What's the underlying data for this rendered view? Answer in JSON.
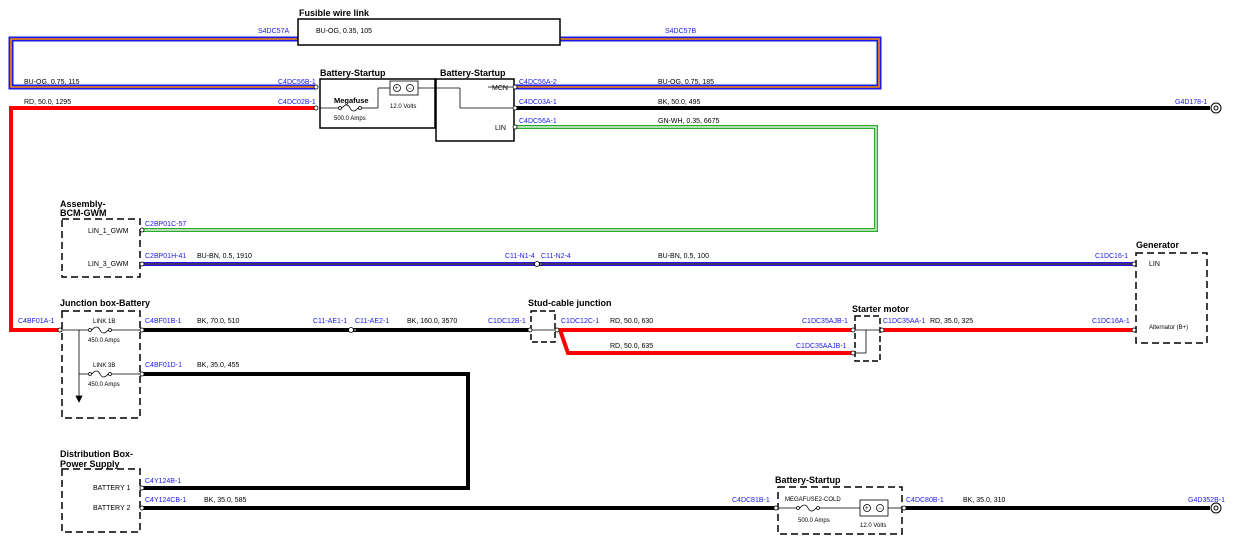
{
  "titles": {
    "fusible": "Fusible wire link",
    "batt_startup_1": "Battery-Startup",
    "batt_startup_2": "Battery-Startup",
    "assembly_1": "Assembly-",
    "assembly_2": "BCM-GWM",
    "generator": "Generator",
    "junction_box": "Junction box-Battery",
    "stud_cable": "Stud-cable junction",
    "starter": "Starter motor",
    "dist_1": "Distribution Box-",
    "dist_2": "Power Supply",
    "batt_startup_3": "Battery-Startup"
  },
  "pins": {
    "mcn": "MCN",
    "lin": "LIN",
    "lin1_gwm": "LIN_1_GWM",
    "lin3_gwm": "LIN_3_GWM",
    "gen_lin": "LIN",
    "alternator": "Alternator (B+)",
    "battery1": "BATTERY 1",
    "battery2": "BATTERY 2"
  },
  "components": {
    "megafuse": "Megafuse",
    "megafuse_rating": "500.0 Amps",
    "volts_1": "12.0 Volts",
    "link1b": "LINK 1B",
    "link1b_rating": "450.0 Amps",
    "link3b": "LINK 3B",
    "link3b_rating": "450.0 Amps",
    "megafuse2": "MEGAFUSE2-COLD",
    "megafuse2_rating": "500.0 Amps",
    "volts_2": "12.0 Volts"
  },
  "connectors": {
    "s4dc57a": "S4DC57A",
    "s4dc57b": "S4DC57B",
    "c4dc56b1": "C4DC56B-1",
    "c4dc02b1": "C4DC02B-1",
    "c4dc56a2": "C4DC56A-2",
    "c4dc03a1": "C4DC03A-1",
    "c4dc56a1": "C4DC56A-1",
    "g4d178": "G4D178-1",
    "c2bp01c57": "C2BP01C-57",
    "c2bp01h41": "C2BP01H-41",
    "c11n14": "C11-N1-4",
    "c11n24": "C11-N2-4",
    "c1dc161": "C1DC16-1",
    "c4bf01a1": "C4BF01A-1",
    "c4bf01b1": "C4BF01B-1",
    "c11ae11": "C11-AE1-1",
    "c11ae21": "C11-AE2-1",
    "c1dc12b1": "C1DC12B-1",
    "c1dc12c1": "C1DC12C-1",
    "c1dc35ajb1": "C1DC35AJB-1",
    "c1dc35aa1": "C1DC35AA-1",
    "c1dc16a1": "C1DC16A-1",
    "c1dc35aajb1": "C1DC35AAJB-1",
    "c4bf01d1": "C4BF01D-1",
    "c4y124b1": "C4Y124B-1",
    "c4y124cb1": "C4Y124CB-1",
    "c4dc81b1": "C4DC81B-1",
    "c4dc80b1": "C4DC80B-1",
    "g4d352b1": "G4D352B-1"
  },
  "wires": {
    "fusible": "BU-OG,  0.35,  105",
    "buog_115": "BU-OG,  0.75,  115",
    "buog_185": "BU-OG,  0.75,  185",
    "rd_1295": "RD,  50.0,  1295",
    "bk_495": "BK,  50.0,  495",
    "gnwh_6675": "GN-WH,  0.35,  6675",
    "bubn_1910": "BU-BN,  0.5,  1910",
    "bubn_100": "BU-BN,  0.5,  100",
    "bk_510": "BK,  70.0,  510",
    "bk_3570": "BK,  160.0,  3570",
    "rd_630": "RD,  50.0,  630",
    "rd_635": "RD,  50.0,  635",
    "rd_325": "RD,  35.0,  325",
    "bk_455": "BK,  35.0,  455",
    "bk_585": "BK,  35.0,  585",
    "bk_310": "BK,  35.0,  310"
  },
  "colors": {
    "red": "#ff0000",
    "black": "#000000",
    "blue": "#1a1ae6",
    "orange": "#ff8c00",
    "green": "#2ea82e"
  }
}
